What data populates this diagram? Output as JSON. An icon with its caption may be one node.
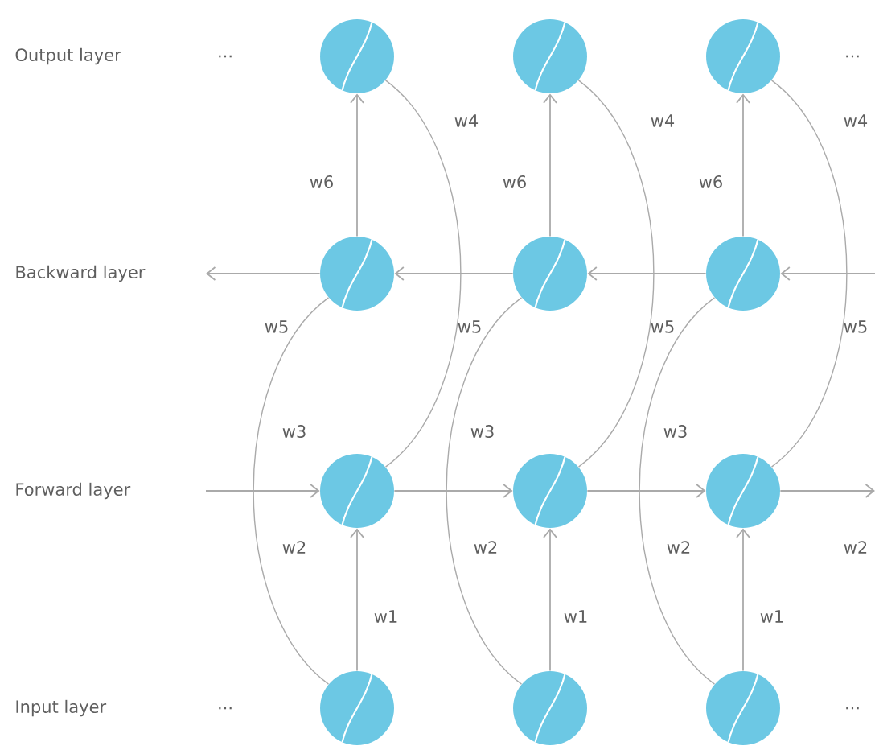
{
  "diagram": {
    "nodes": [
      {
        "text": [],
        "shape": "circle"
      },
      {
        "text": [],
        "shape": "circle"
      },
      {
        "text": [],
        "shape": "circle"
      },
      {
        "text": [],
        "shape": "circle"
      },
      {
        "text": [],
        "shape": "circle"
      },
      {
        "text": [],
        "shape": "circle"
      },
      {
        "text": [],
        "shape": "circle"
      },
      {
        "text": [],
        "shape": "circle"
      },
      {
        "text": [],
        "shape": "circle"
      },
      {
        "text": [],
        "shape": "circle"
      },
      {
        "text": [],
        "shape": "circle"
      },
      {
        "text": [],
        "shape": "circle"
      }
    ],
    "edges": [
      {
        "from": 9,
        "to": 6,
        "arrow": "to"
      },
      {
        "from": 10,
        "to": 7,
        "arrow": "to"
      },
      {
        "from": 11,
        "to": 8,
        "arrow": "to"
      },
      {
        "from": 3,
        "to": 0,
        "arrow": "to"
      },
      {
        "from": 4,
        "to": 1,
        "arrow": "to"
      },
      {
        "from": 5,
        "to": 2,
        "arrow": "to"
      },
      {
        "from": null,
        "to": 6,
        "arrow": "to"
      },
      {
        "from": 6,
        "to": 7,
        "arrow": "to"
      },
      {
        "from": 7,
        "to": 8,
        "arrow": "to"
      },
      {
        "from": 8,
        "to": null,
        "arrow": "to"
      },
      {
        "from": null,
        "to": 5,
        "arrow": "to"
      },
      {
        "from": 5,
        "to": 4,
        "arrow": "to"
      },
      {
        "from": 4,
        "to": 3,
        "arrow": "to"
      },
      {
        "from": 3,
        "to": null,
        "arrow": "to"
      },
      {
        "from": 9,
        "to": 3,
        "arrow": "none"
      },
      {
        "from": 10,
        "to": 4,
        "arrow": "none"
      },
      {
        "from": 11,
        "to": 5,
        "arrow": "none"
      },
      {
        "from": 6,
        "to": 0,
        "arrow": "none"
      },
      {
        "from": 7,
        "to": 1,
        "arrow": "none"
      },
      {
        "from": 8,
        "to": 2,
        "arrow": "none"
      }
    ],
    "labels": [
      "Output layer",
      "...",
      "...",
      "w4",
      "w4",
      "w4",
      "w6",
      "w6",
      "w6",
      "Backward layer",
      "w5",
      "w5",
      "w5",
      "w5",
      "w3",
      "w3",
      "w3",
      "Forward layer",
      "w2",
      "w2",
      "w2",
      "w2",
      "w1",
      "w1",
      "w1",
      "Input layer",
      "...",
      "..."
    ]
  }
}
